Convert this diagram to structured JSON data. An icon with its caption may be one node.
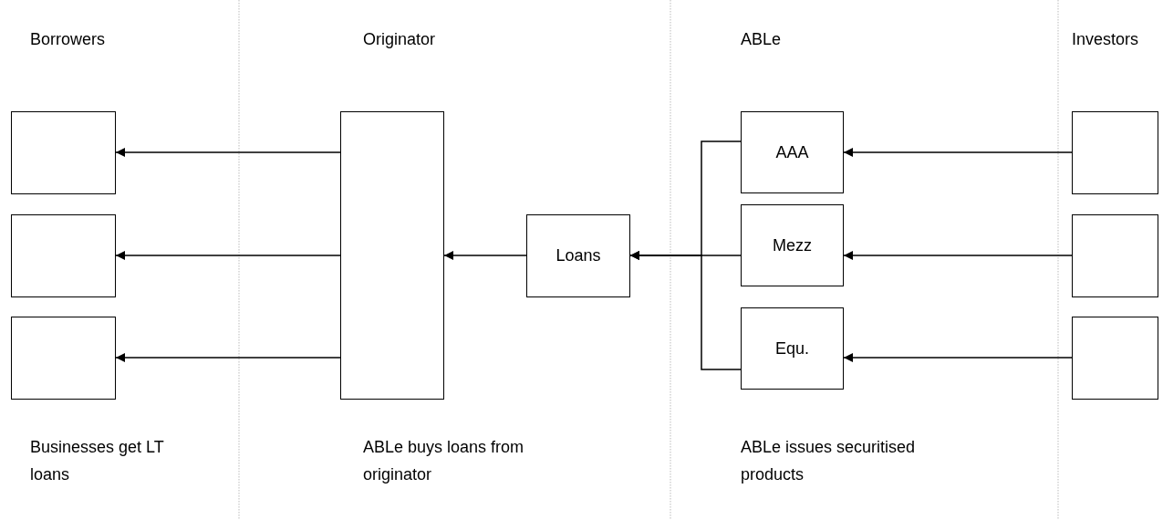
{
  "diagram": {
    "nodes": [
      {
        "text": [],
        "shape": "box"
      },
      {
        "text": [],
        "shape": "box"
      },
      {
        "text": [],
        "shape": "box"
      },
      {
        "text": [],
        "shape": "box"
      },
      {
        "text": [
          "Loans"
        ]
      },
      {
        "text": [
          "AAA"
        ]
      },
      {
        "text": [
          "Mezz"
        ]
      },
      {
        "text": [
          "Equ."
        ]
      },
      {
        "text": [],
        "shape": "box"
      },
      {
        "text": [],
        "shape": "box"
      },
      {
        "text": [],
        "shape": "box"
      }
    ],
    "edges": [
      {
        "from": 3,
        "to": 0,
        "arrow": "to"
      },
      {
        "from": 3,
        "to": 1,
        "arrow": "to"
      },
      {
        "from": 3,
        "to": 2,
        "arrow": "to"
      },
      {
        "from": 4,
        "to": 3,
        "arrow": "to"
      },
      {
        "from": 5,
        "to": 4,
        "arrow": "to"
      },
      {
        "from": 6,
        "to": 4,
        "arrow": "to"
      },
      {
        "from": 7,
        "to": 4,
        "arrow": "to"
      },
      {
        "from": 8,
        "to": 5,
        "arrow": "to"
      },
      {
        "from": 9,
        "to": 6,
        "arrow": "to"
      },
      {
        "from": 10,
        "to": 7,
        "arrow": "to"
      }
    ],
    "labels": [
      "Borrowers",
      "Originator",
      "ABLe",
      "Investors",
      "Businesses get LT loans",
      "ABLe buys loans from originator",
      "ABLe issues securitised products"
    ]
  }
}
